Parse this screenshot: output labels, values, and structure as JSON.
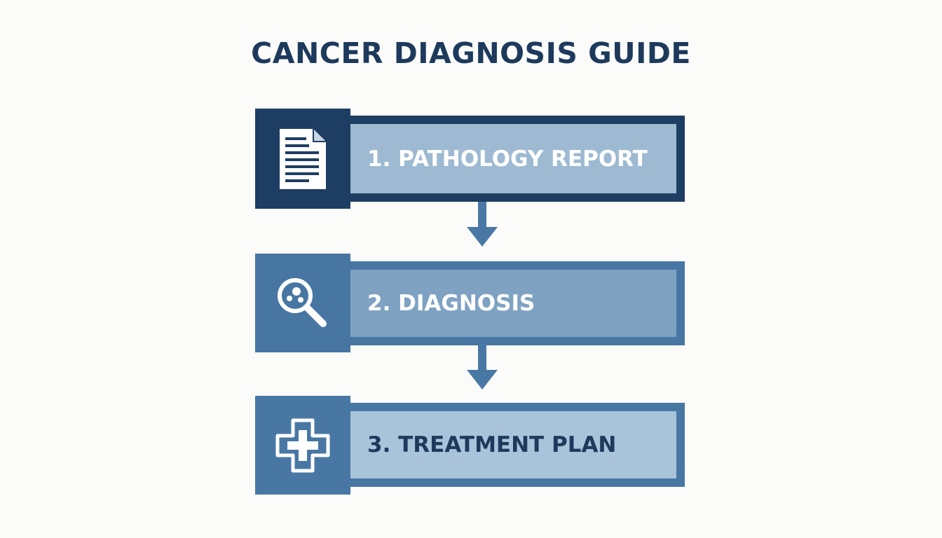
{
  "title": "CANCER DIAGNOSIS GUIDE",
  "steps": [
    {
      "label": "1. PATHOLOGY REPORT",
      "icon": "document-icon"
    },
    {
      "label": "2. DIAGNOSIS",
      "icon": "magnifier-cells-icon"
    },
    {
      "label": "3. TREATMENT PLAN",
      "icon": "medical-cross-icon"
    }
  ],
  "colors": {
    "title": "#1d3a5c",
    "dark_navy": "#1e3d62",
    "steel_blue": "#4776a3",
    "arrow": "#4a78a5"
  }
}
